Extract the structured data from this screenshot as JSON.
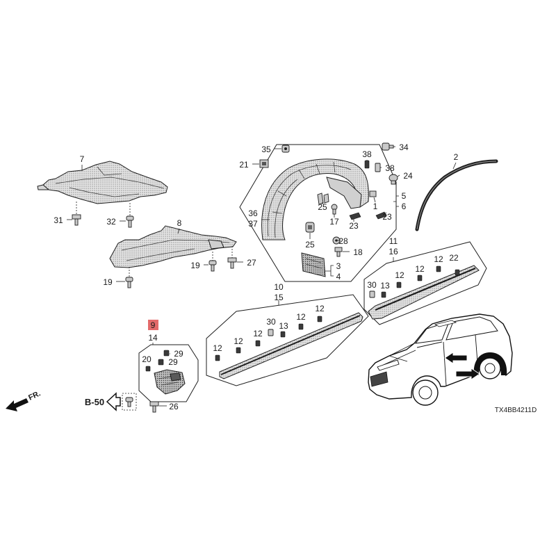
{
  "diagram_code": "TX4BB4211D",
  "front_direction_label": "FR.",
  "reference_label": "B-50",
  "highlight_color": "#e36a6a",
  "callouts": {
    "covers": [
      "7",
      "31",
      "32",
      "8",
      "19",
      "27",
      "19"
    ],
    "fender_liner": [
      "35",
      "21",
      "36",
      "37",
      "25",
      "28",
      "18",
      "3",
      "4",
      "25",
      "17",
      "1",
      "23",
      "23",
      "38",
      "38",
      "34",
      "24",
      "5",
      "6"
    ],
    "roof_molding": [
      "2"
    ],
    "door_molding": [
      "11",
      "16",
      "30",
      "13",
      "12",
      "12",
      "12",
      "22"
    ],
    "side_sill": [
      "10",
      "15",
      "12",
      "12",
      "30",
      "13",
      "12",
      "12",
      "12"
    ],
    "mudguard": [
      "9",
      "14",
      "20",
      "29",
      "29",
      "26"
    ]
  }
}
